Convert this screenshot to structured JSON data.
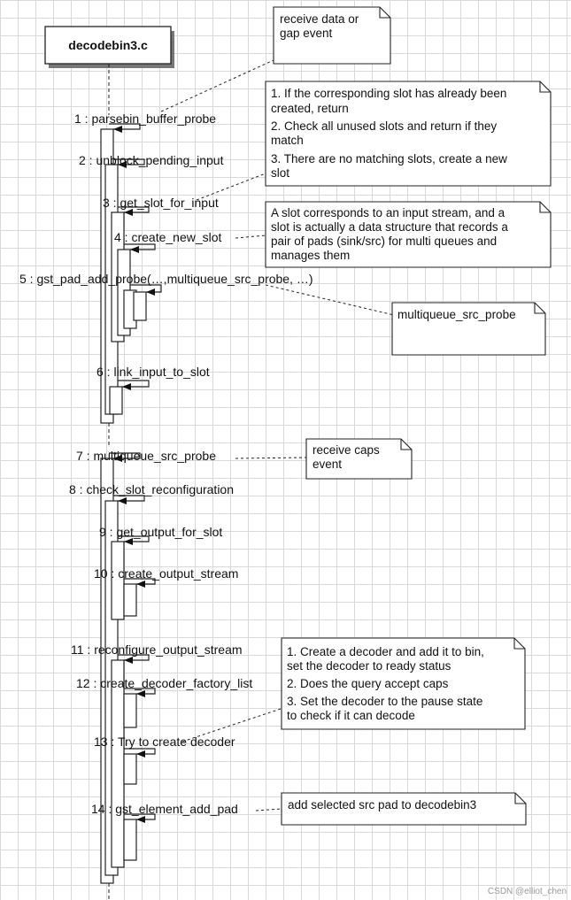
{
  "lifeline": {
    "title": "decodebin3.c"
  },
  "calls": [
    "1 : parsebin_buffer_probe",
    "2 : unblock_pending_input",
    "3 : get_slot_for_input",
    "4 : create_new_slot",
    "5 : gst_pad_add_probe(…,multiqueue_src_probe, …)",
    "6 : link_input_to_slot",
    "7 : multiqueue_src_probe",
    "8 : check_slot_reconfiguration",
    "9 : get_output_for_slot",
    "10 : create_output_stream",
    "11 : reconfigure_output_stream",
    "12 : create_decoder_factory_list",
    "13 : Try to create decoder",
    "14 : gst_element_add_pad"
  ],
  "notes": [
    {
      "lines": [
        "receive data or",
        "gap event"
      ]
    },
    {
      "lines": [
        "1. If the corresponding slot has already been",
        "created, return",
        "2. Check all unused slots and return if they",
        "match",
        "3. There are no matching slots, create a new",
        "slot"
      ]
    },
    {
      "lines": [
        "A slot corresponds to an input stream, and a",
        "slot is actually a data structure that records a",
        "pair of pads (sink/src) for multi queues and",
        "manages them"
      ]
    },
    {
      "lines": [
        "multiqueue_src_probe"
      ]
    },
    {
      "lines": [
        "receive caps",
        "event"
      ]
    },
    {
      "lines": [
        "1. Create a decoder and add it to bin,",
        "set the decoder to ready status",
        "2. Does the query accept caps",
        "3. Set the decoder to the pause state",
        "to check if it can decode"
      ]
    },
    {
      "lines": [
        "add selected src pad to decodebin3"
      ]
    }
  ],
  "watermark": "CSDN @elliot_chen"
}
